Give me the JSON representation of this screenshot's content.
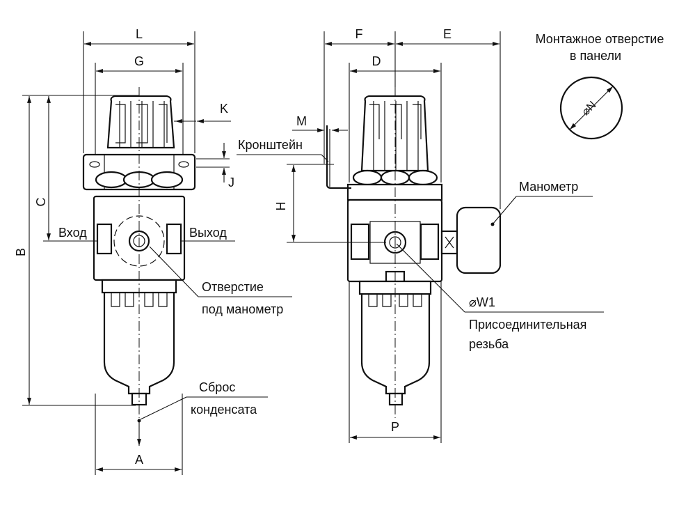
{
  "front_view": {
    "dim_L": "L",
    "dim_G": "G",
    "dim_K": "K",
    "dim_J": "J",
    "dim_C": "C",
    "dim_B": "B",
    "dim_A": "A",
    "inlet": "Вход",
    "outlet": "Выход",
    "gauge_port_line1": "Отверстие",
    "gauge_port_line2": "под манометр",
    "drain_line1": "Сброс",
    "drain_line2": "конденсата"
  },
  "side_view": {
    "dim_F": "F",
    "dim_E": "E",
    "dim_D": "D",
    "dim_M": "M",
    "dim_H": "H",
    "dim_P": "P",
    "bracket": "Кронштейн",
    "gauge": "Манометр",
    "thread_dia": "⌀W1",
    "thread_line1": "Присоединительная",
    "thread_line2": "резьба"
  },
  "panel_hole": {
    "title_line1": "Монтажное отверстие",
    "title_line2": "в панели",
    "dia": "⌀N"
  }
}
